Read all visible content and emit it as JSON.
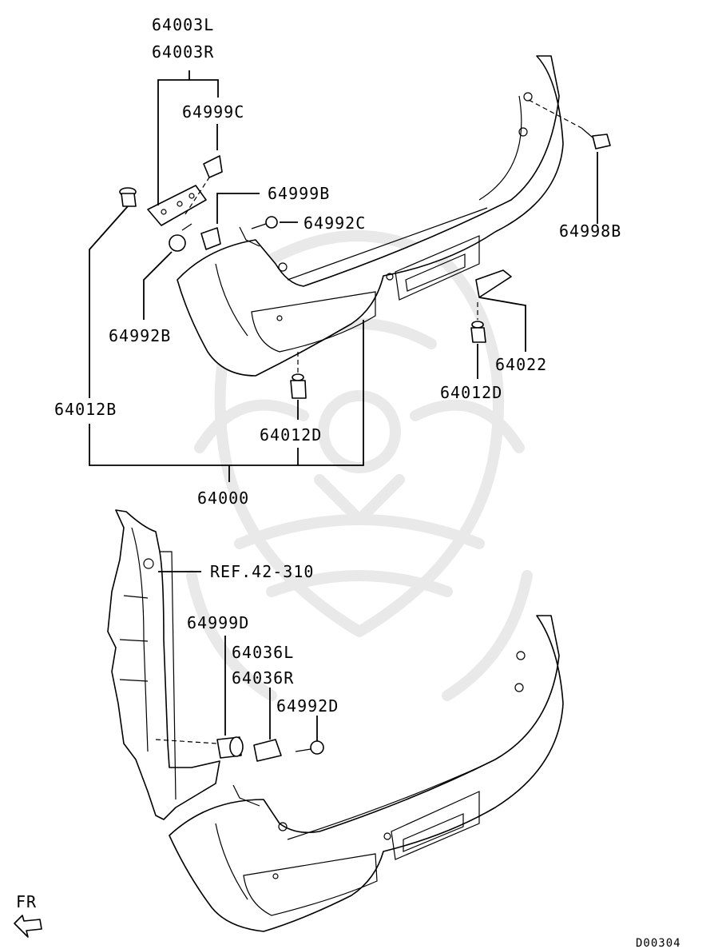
{
  "diagram": {
    "labels": {
      "p64003L": "64003L",
      "p64003R": "64003R",
      "p64999C": "64999C",
      "p64999B": "64999B",
      "p64992C": "64992C",
      "p64998B": "64998B",
      "p64992B": "64992B",
      "p64022": "64022",
      "p64012D_right": "64012D",
      "p64012B": "64012B",
      "p64012D_center": "64012D",
      "p64000": "64000",
      "ref": "REF.42-310",
      "p64999D": "64999D",
      "p64036L": "64036L",
      "p64036R": "64036R",
      "p64992D": "64992D"
    },
    "direction_marker": "FR",
    "diagram_code": "D00304"
  }
}
